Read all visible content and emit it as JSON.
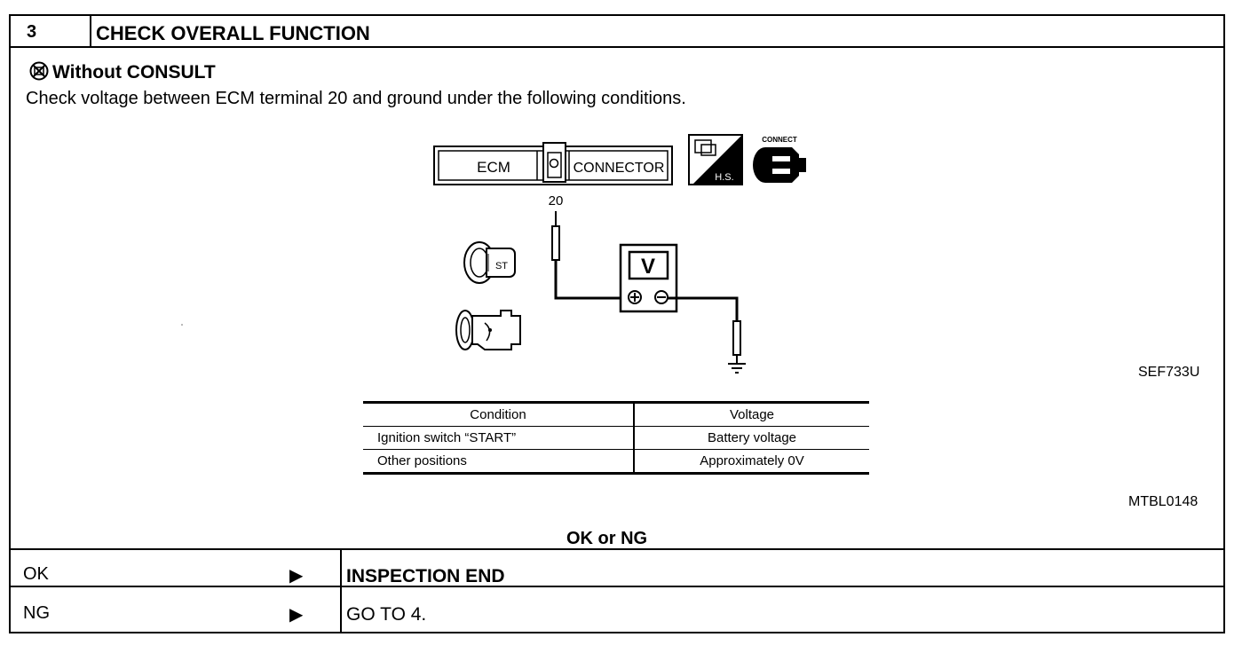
{
  "header": {
    "step_number": "3",
    "title": "CHECK OVERALL FUNCTION"
  },
  "section": {
    "heading": "Without CONSULT",
    "instruction": "Check voltage between ECM terminal 20 and ground under the following conditions."
  },
  "diagram": {
    "ecm_label": "ECM",
    "connector_label": "CONNECTOR",
    "terminal_label": "20",
    "connect_label": "CONNECT",
    "hs_label": "H.S.",
    "meter_label": "V",
    "ignition_label": "ST",
    "figure_code": "SEF733U"
  },
  "condition_table": {
    "headers": [
      "Condition",
      "Voltage"
    ],
    "rows": [
      [
        "Ignition switch “START”",
        "Battery voltage"
      ],
      [
        "Other positions",
        "Approximately 0V"
      ]
    ],
    "table_code": "MTBL0148"
  },
  "result_prompt": "OK or NG",
  "results": [
    {
      "label": "OK",
      "action": "INSPECTION END"
    },
    {
      "label": "NG",
      "action": "GO TO 4."
    }
  ]
}
